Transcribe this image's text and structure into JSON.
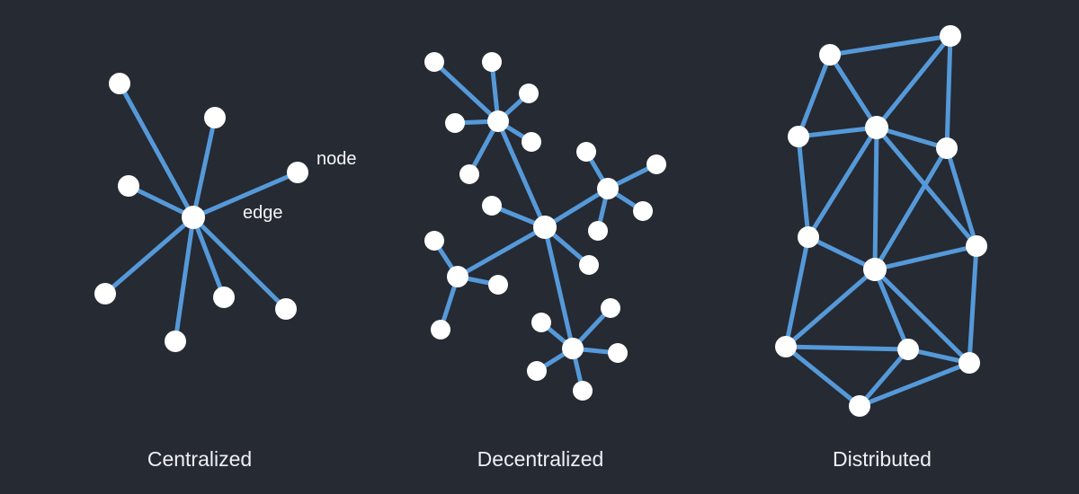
{
  "colors": {
    "background": "#262a33",
    "edge": "#5599d9",
    "node": "#ffffff",
    "text": "#f5f6f8"
  },
  "annotations": {
    "node_label": "node",
    "edge_label": "edge"
  },
  "networks": [
    {
      "id": "centralized",
      "caption": "Centralized",
      "nodes": [
        [
          215,
          242,
          13
        ],
        [
          133,
          93,
          12
        ],
        [
          239,
          131,
          12
        ],
        [
          331,
          192,
          12
        ],
        [
          143,
          207,
          12
        ],
        [
          117,
          327,
          12
        ],
        [
          195,
          380,
          12
        ],
        [
          249,
          331,
          12
        ],
        [
          318,
          344,
          12
        ]
      ],
      "edges": [
        [
          0,
          1
        ],
        [
          0,
          2
        ],
        [
          0,
          3
        ],
        [
          0,
          4
        ],
        [
          0,
          5
        ],
        [
          0,
          6
        ],
        [
          0,
          7
        ],
        [
          0,
          8
        ]
      ]
    },
    {
      "id": "decentralized",
      "caption": "Decentralized",
      "nodes": [
        [
          606,
          253,
          13
        ],
        [
          547,
          229,
          11
        ],
        [
          655,
          295,
          11
        ],
        [
          554,
          135,
          12
        ],
        [
          483,
          69,
          11
        ],
        [
          547,
          69,
          11
        ],
        [
          588,
          104,
          11
        ],
        [
          506,
          137,
          11
        ],
        [
          591,
          158,
          11
        ],
        [
          522,
          194,
          11
        ],
        [
          676,
          210,
          12
        ],
        [
          652,
          169,
          11
        ],
        [
          730,
          183,
          11
        ],
        [
          715,
          235,
          11
        ],
        [
          665,
          257,
          11
        ],
        [
          509,
          308,
          12
        ],
        [
          483,
          268,
          11
        ],
        [
          554,
          317,
          11
        ],
        [
          490,
          367,
          11
        ],
        [
          637,
          388,
          12
        ],
        [
          602,
          359,
          11
        ],
        [
          679,
          343,
          11
        ],
        [
          687,
          393,
          11
        ],
        [
          597,
          413,
          11
        ],
        [
          648,
          435,
          11
        ]
      ],
      "edges": [
        [
          0,
          1
        ],
        [
          0,
          2
        ],
        [
          0,
          3
        ],
        [
          0,
          10
        ],
        [
          0,
          15
        ],
        [
          0,
          19
        ],
        [
          3,
          4
        ],
        [
          3,
          5
        ],
        [
          3,
          6
        ],
        [
          3,
          7
        ],
        [
          3,
          8
        ],
        [
          3,
          9
        ],
        [
          10,
          11
        ],
        [
          10,
          12
        ],
        [
          10,
          13
        ],
        [
          10,
          14
        ],
        [
          15,
          16
        ],
        [
          15,
          17
        ],
        [
          15,
          18
        ],
        [
          19,
          20
        ],
        [
          19,
          21
        ],
        [
          19,
          22
        ],
        [
          19,
          23
        ],
        [
          19,
          24
        ]
      ]
    },
    {
      "id": "distributed",
      "caption": "Distributed",
      "nodes": [
        [
          923,
          61,
          12
        ],
        [
          1057,
          40,
          12
        ],
        [
          888,
          152,
          12
        ],
        [
          975,
          142,
          13
        ],
        [
          1053,
          165,
          12
        ],
        [
          899,
          264,
          12
        ],
        [
          973,
          300,
          13
        ],
        [
          1086,
          274,
          12
        ],
        [
          874,
          386,
          12
        ],
        [
          1010,
          389,
          12
        ],
        [
          1078,
          404,
          12
        ],
        [
          956,
          452,
          12
        ]
      ],
      "edges": [
        [
          0,
          1
        ],
        [
          0,
          2
        ],
        [
          0,
          3
        ],
        [
          1,
          3
        ],
        [
          1,
          4
        ],
        [
          2,
          3
        ],
        [
          2,
          5
        ],
        [
          3,
          4
        ],
        [
          3,
          5
        ],
        [
          3,
          6
        ],
        [
          3,
          7
        ],
        [
          4,
          6
        ],
        [
          4,
          7
        ],
        [
          5,
          6
        ],
        [
          5,
          8
        ],
        [
          6,
          7
        ],
        [
          6,
          8
        ],
        [
          6,
          9
        ],
        [
          6,
          10
        ],
        [
          7,
          10
        ],
        [
          8,
          9
        ],
        [
          8,
          11
        ],
        [
          9,
          10
        ],
        [
          9,
          11
        ],
        [
          10,
          11
        ]
      ]
    }
  ]
}
